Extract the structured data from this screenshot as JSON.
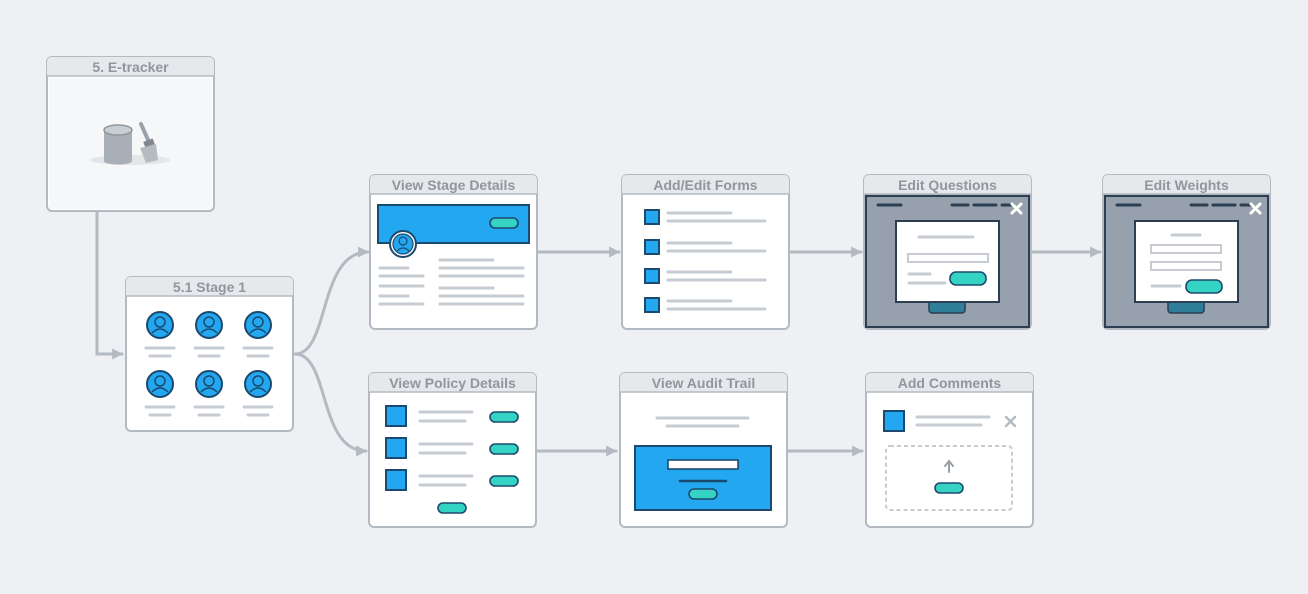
{
  "nodes": {
    "etracker": {
      "title": "5. E-tracker",
      "icon": "paint-bucket-brush-icon"
    },
    "stage1": {
      "title": "5.1 Stage 1",
      "icon": "user-avatar-icon"
    },
    "stage_details": {
      "title": "View Stage Details"
    },
    "add_edit_forms": {
      "title": "Add/Edit Forms"
    },
    "edit_questions": {
      "title": "Edit Questions"
    },
    "edit_weights": {
      "title": "Edit Weights"
    },
    "policy_details": {
      "title": "View Policy Details"
    },
    "audit_trail": {
      "title": "View Audit Trail"
    },
    "add_comments": {
      "title": "Add Comments"
    }
  },
  "colors": {
    "background": "#eef0f3",
    "card_border": "#b4bac1",
    "card_header": "#e6e8eb",
    "title_text": "#8f969e",
    "connector": "#b4bac1",
    "accent_blue": "#22a7f0",
    "accent_teal": "#34d3c4",
    "outline_dark": "#1c4a6e",
    "modal_backdrop": "#97a1ad",
    "placeholder_line": "#c7ccd2"
  }
}
